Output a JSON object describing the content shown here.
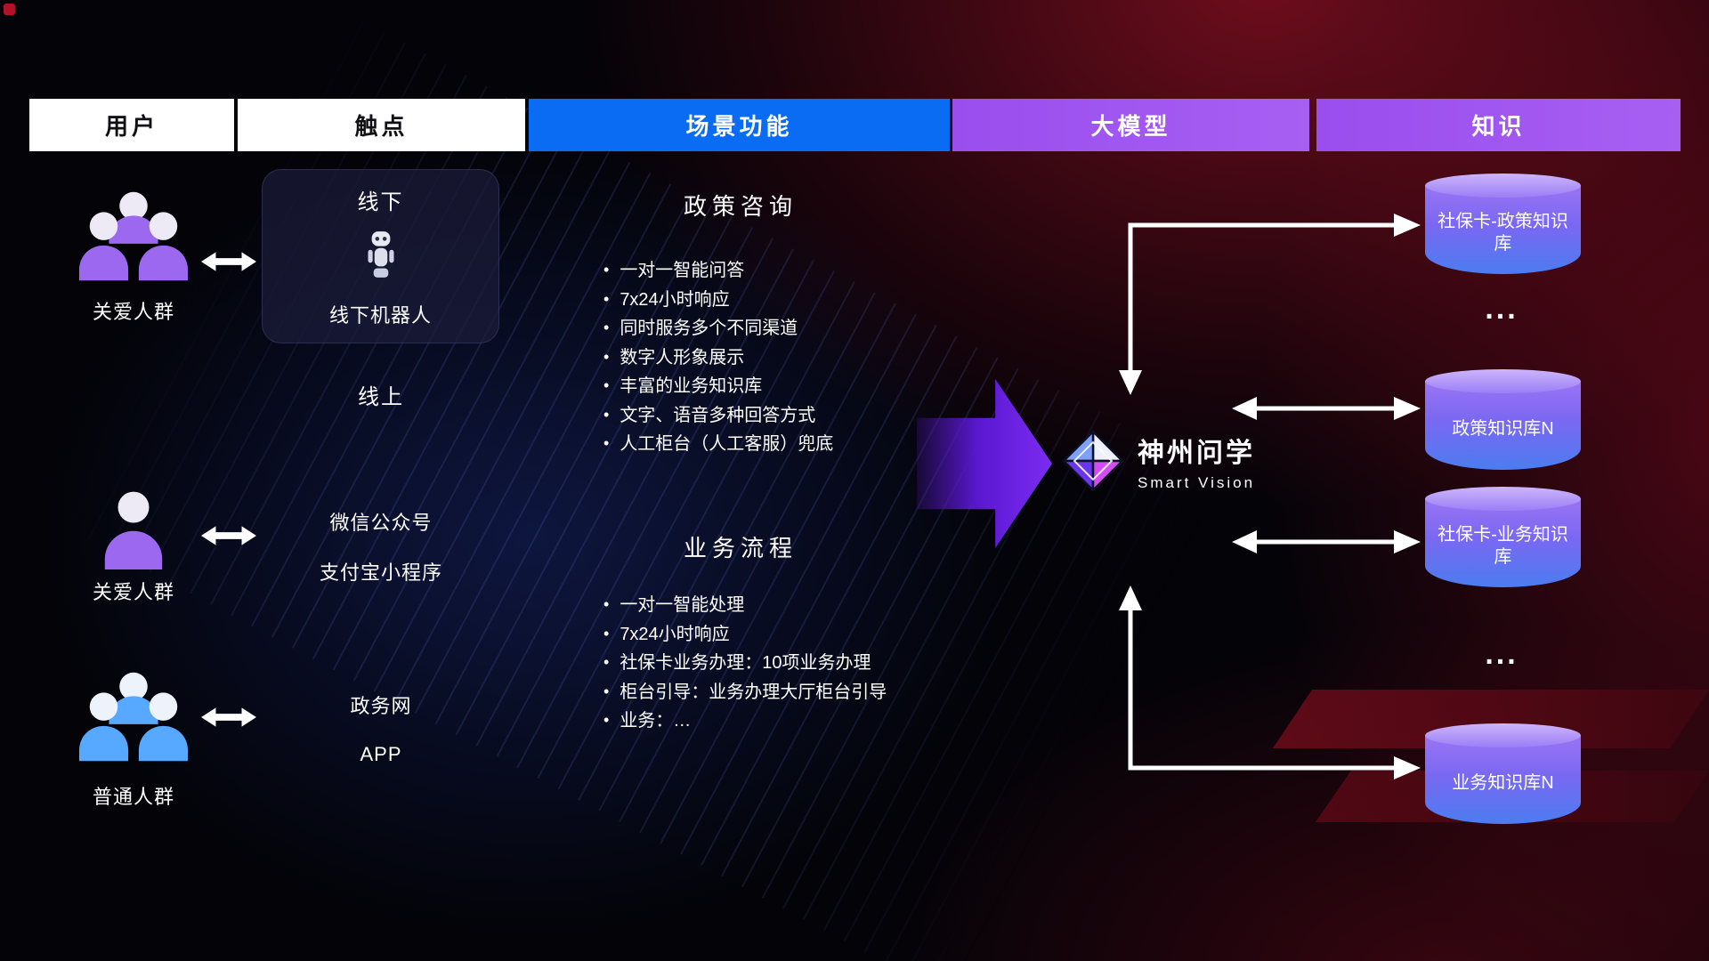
{
  "headers": [
    {
      "label": "用户"
    },
    {
      "label": "触点"
    },
    {
      "label": "场景功能"
    },
    {
      "label": "大模型"
    },
    {
      "label": "知识"
    }
  ],
  "users": [
    {
      "label": "关爱人群"
    },
    {
      "label": "关爱人群"
    },
    {
      "label": "普通人群"
    }
  ],
  "touchpoints": {
    "offline_title": "线下",
    "offline_robot": "线下机器人",
    "online_title": "线上",
    "wechat": "微信公众号",
    "alipay": "支付宝小程序",
    "gov": "政务网",
    "app": "APP"
  },
  "scenarios": [
    {
      "title": "政策咨询",
      "items": [
        "一对一智能问答",
        "7x24小时响应",
        "同时服务多个不同渠道",
        "数字人形象展示",
        "丰富的业务知识库",
        "文字、语音多种回答方式",
        "人工柜台（人工客服）兜底"
      ]
    },
    {
      "title": "业务流程",
      "items": [
        "一对一智能处理",
        "7x24小时响应",
        "社保卡业务办理：10项业务办理",
        "柜台引导：业务办理大厅柜台引导",
        "业务：…"
      ]
    }
  ],
  "logo": {
    "name": "神州问学",
    "subtitle": "Smart Vision"
  },
  "knowledge": {
    "db1": "社保卡-政策知识库",
    "dots1": "...",
    "db2": "政策知识库N",
    "db3": "社保卡-业务知识库",
    "dots2": "...",
    "db4": "业务知识库N"
  },
  "colors": {
    "header_blue": "#0a6cf2",
    "header_purple": "#a155ef",
    "user_purple": "#9d68f0",
    "user_blue": "#57a8ff",
    "flow_arrow_purple": "#7c2cf2",
    "cylinder_top": "#cdb6fb",
    "cylinder_bottom": "#4b7cf0",
    "accent_red_glow": "#b01325"
  }
}
